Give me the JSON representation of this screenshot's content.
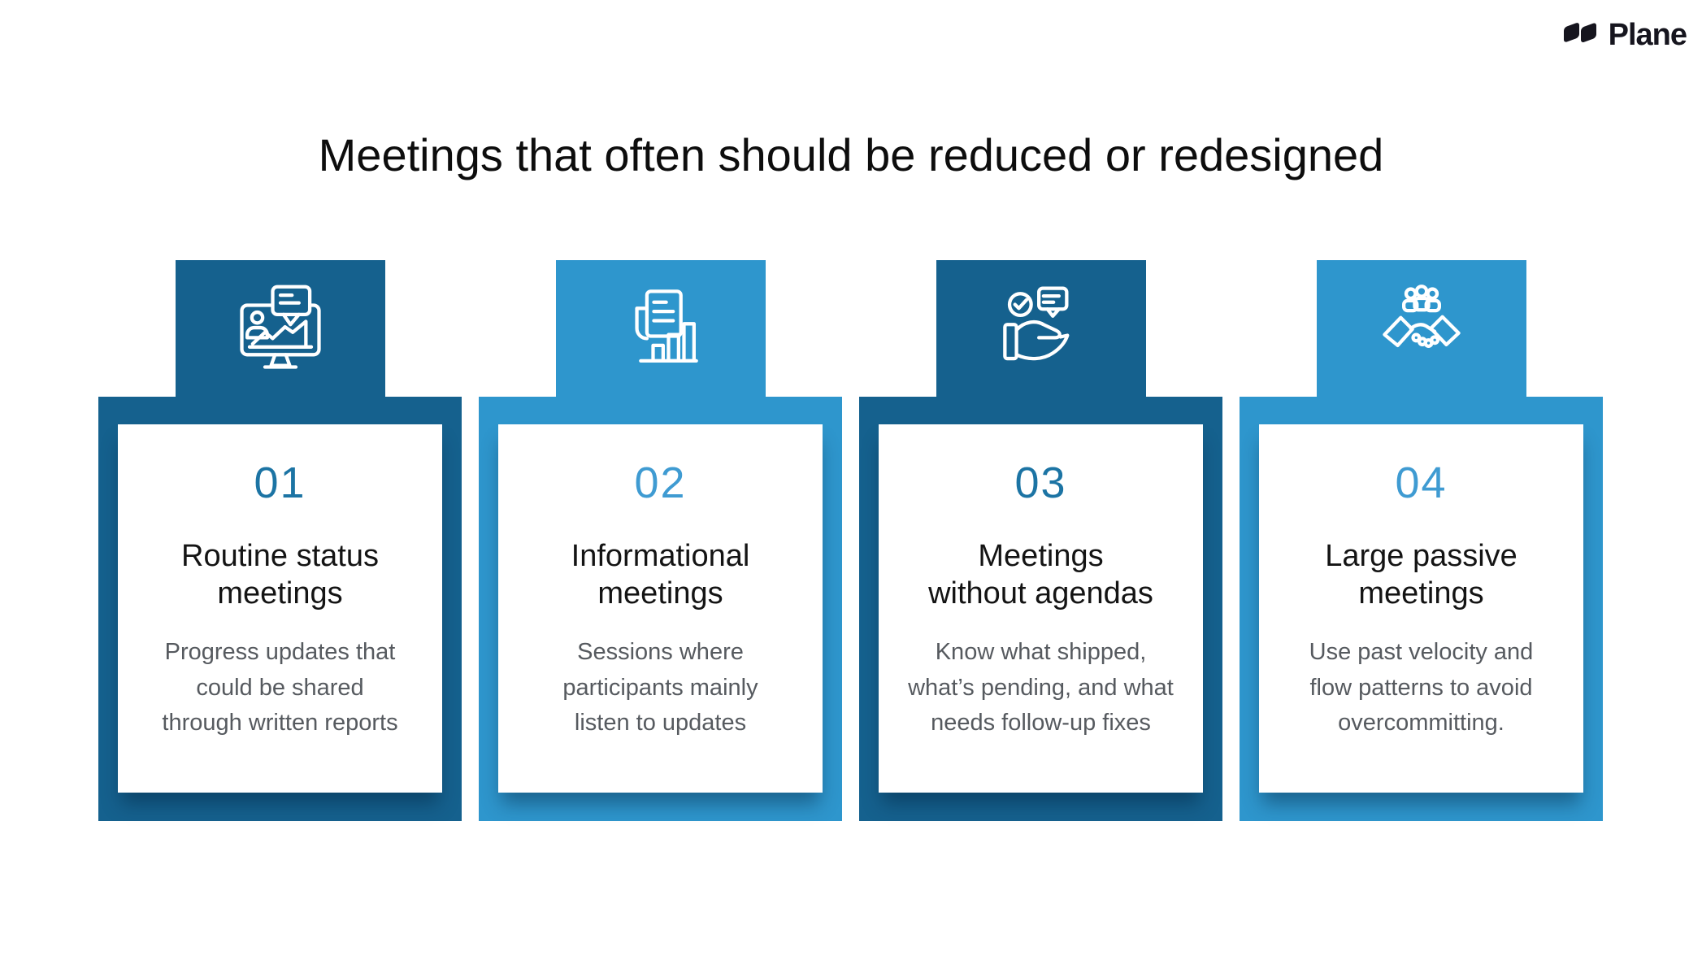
{
  "logo": {
    "text": "Plane",
    "color": "#16151e"
  },
  "title": {
    "text": "Meetings that often should be reduced or redesigned"
  },
  "colors": {
    "dark_blue": "#15618E",
    "light_blue": "#2E96CD",
    "number_dark": "#1C74A4",
    "number_light": "#3F9BD2",
    "heading_text": "#0d0d0d",
    "body_text": "#565A5F",
    "logo_color": "#16151e"
  },
  "cards": [
    {
      "number": "01",
      "title": "Routine status\nmeetings",
      "description": "Progress updates that\ncould be shared\nthrough written reports",
      "icon": "status-monitor-icon",
      "theme": "dark"
    },
    {
      "number": "02",
      "title": "Informational\nmeetings",
      "description": "Sessions where\nparticipants mainly\nlisten to updates",
      "icon": "document-chart-icon",
      "theme": "light"
    },
    {
      "number": "03",
      "title": "Meetings\nwithout agendas",
      "description": "Know what shipped,\nwhat’s pending, and what\nneeds follow-up fixes",
      "icon": "hand-check-bubble-icon",
      "theme": "dark"
    },
    {
      "number": "04",
      "title": "Large passive\nmeetings",
      "description": "Use past velocity and\nflow patterns to avoid\novercommitting.",
      "icon": "handshake-group-icon",
      "theme": "light"
    }
  ]
}
